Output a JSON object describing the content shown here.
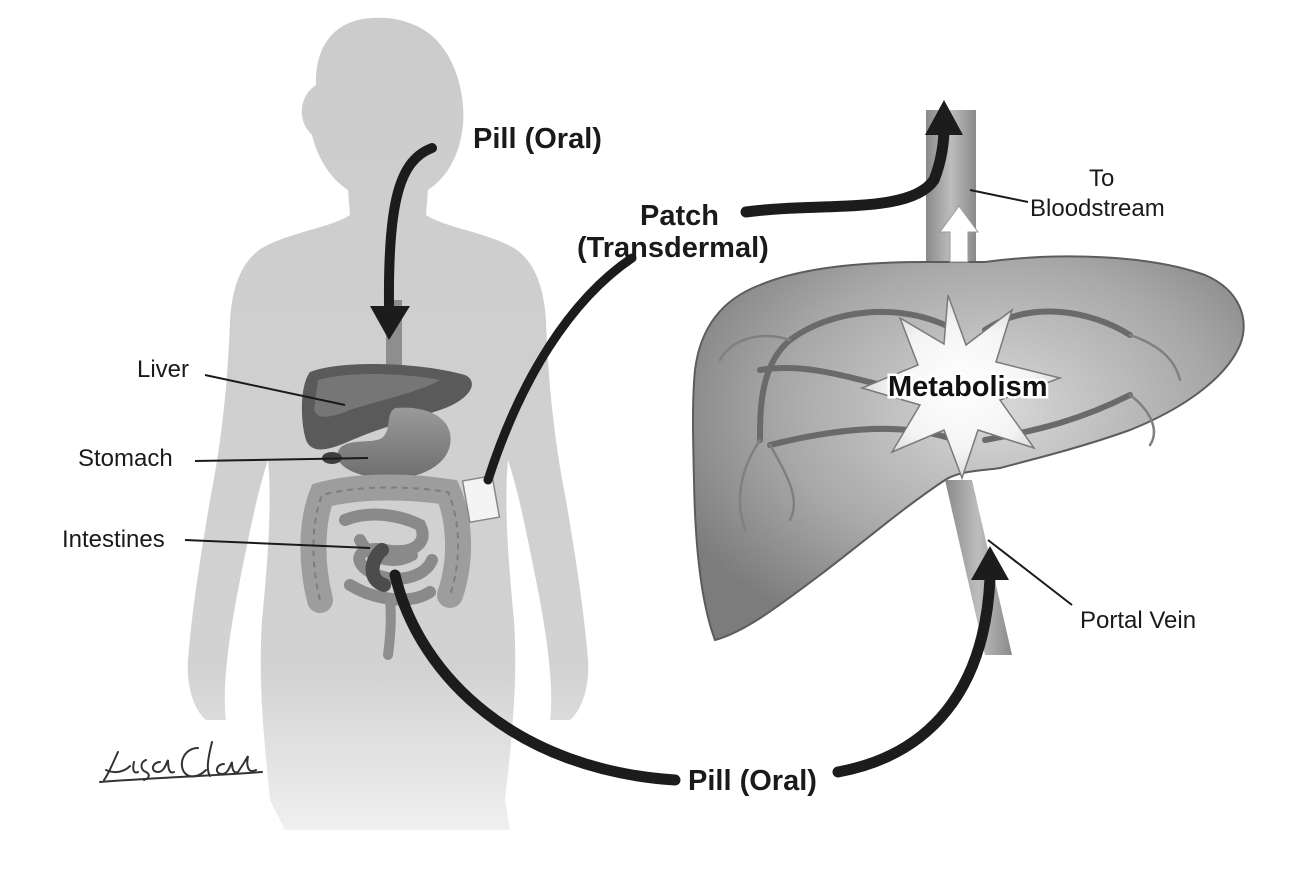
{
  "labels": {
    "pill_top": "Pill (Oral)",
    "patch_line1": "Patch",
    "patch_line2": "(Transdermal)",
    "to_line1": "To",
    "to_line2": "Bloodstream",
    "metabolism": "Metabolism",
    "liver": "Liver",
    "stomach": "Stomach",
    "intestines": "Intestines",
    "portal_vein": "Portal Vein",
    "pill_bottom": "Pill (Oral)"
  },
  "signature": "Lisa Clark",
  "colors": {
    "background": "#ffffff",
    "silhouette": "#cfcfcf",
    "organ_dark": "#5e5e5e",
    "organ_mid": "#8f8f8f",
    "liver_fill": "#a9a9a9",
    "vessel": "#7a7a7a",
    "arrow": "#1c1c1c",
    "text": "#1a1a1a"
  },
  "icons": {
    "patch": "patch-square",
    "arrowheads": "arrowhead-icon",
    "metabolism_burst": "star-burst-icon"
  }
}
